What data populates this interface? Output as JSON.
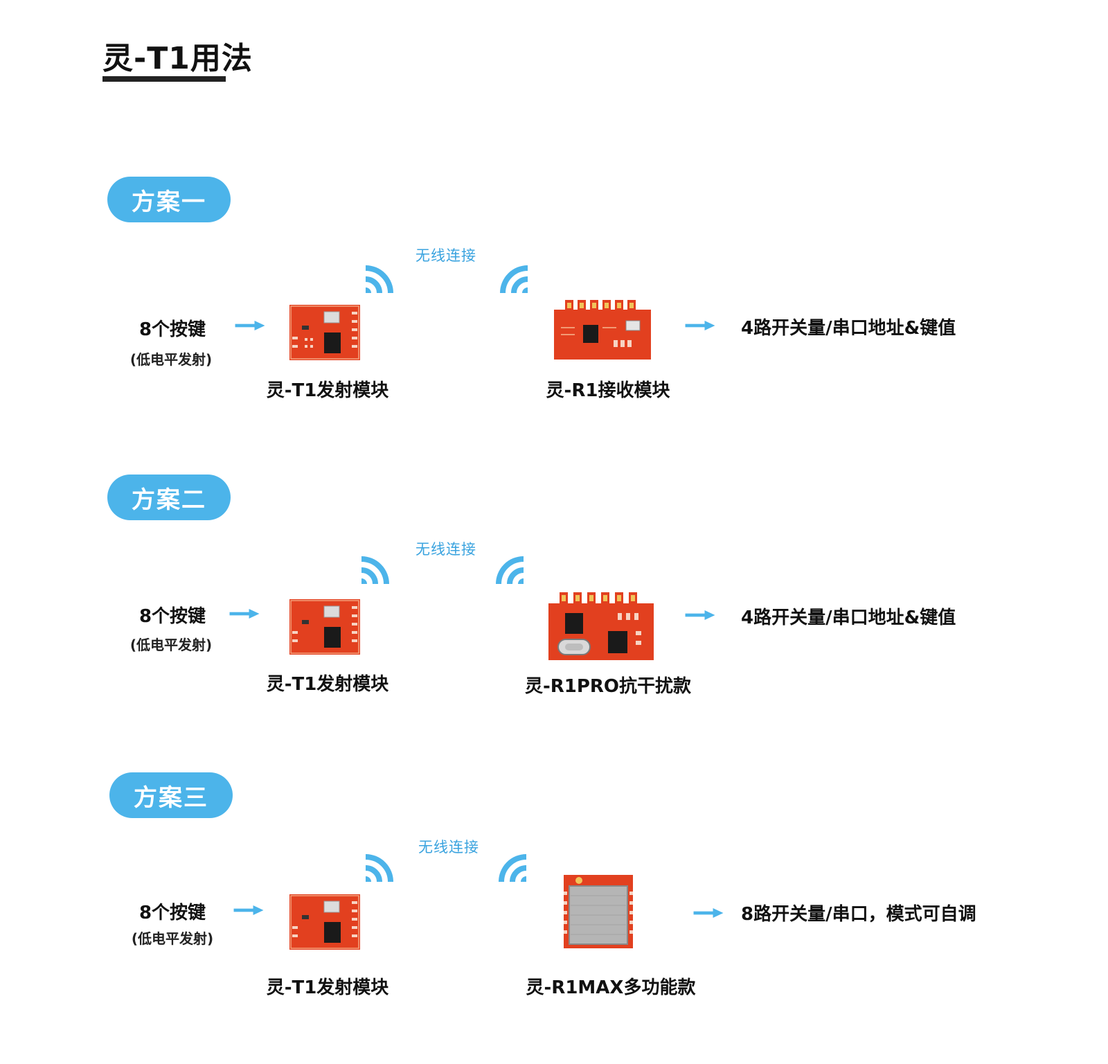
{
  "page_title": "灵-T1用法",
  "colors": {
    "accent": "#4cb4ea",
    "pcb": "#e2401f",
    "text": "#111111"
  },
  "schemes": [
    {
      "badge": "方案一",
      "wireless_label": "无线连接",
      "keys_label": "8个按键",
      "keys_sub": "(低电平发射)",
      "transmitter_label": "灵-T1发射模块",
      "receiver_label": "灵-R1接收模块",
      "output_label": "4路开关量/串口地址&键值"
    },
    {
      "badge": "方案二",
      "wireless_label": "无线连接",
      "keys_label": "8个按键",
      "keys_sub": "(低电平发射)",
      "transmitter_label": "灵-T1发射模块",
      "receiver_label": "灵-R1PRO抗干扰款",
      "output_label": "4路开关量/串口地址&键值"
    },
    {
      "badge": "方案三",
      "wireless_label": "无线连接",
      "keys_label": "8个按键",
      "keys_sub": "(低电平发射)",
      "transmitter_label": "灵-T1发射模块",
      "receiver_label": "灵-R1MAX多功能款",
      "output_label": "8路开关量/串口，模式可自调"
    }
  ]
}
